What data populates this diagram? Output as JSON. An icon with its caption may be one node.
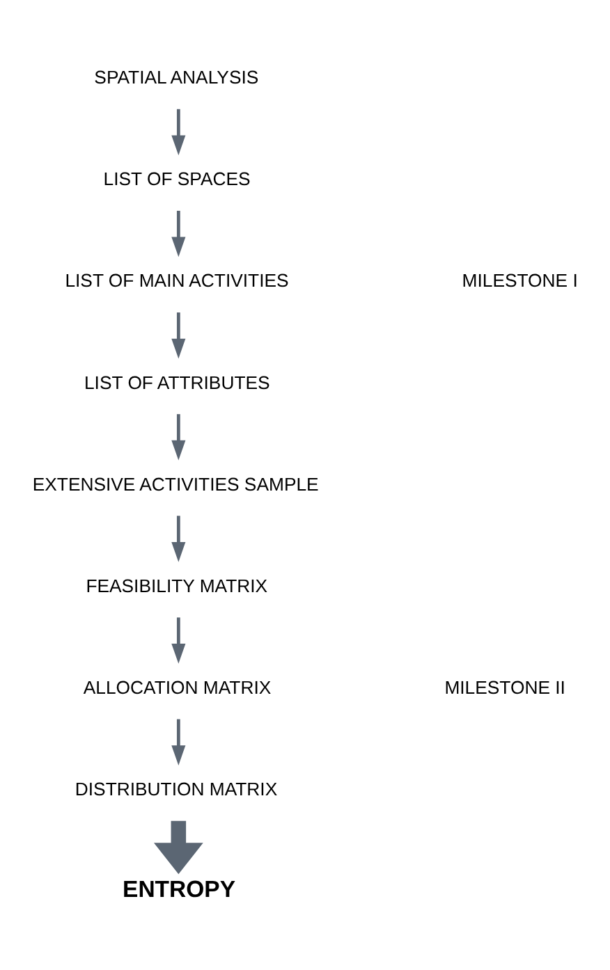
{
  "diagram": {
    "nodes": [
      {
        "text": [
          "SPATIAL ANALYSIS"
        ]
      },
      {
        "text": [
          "LIST OF SPACES"
        ]
      },
      {
        "text": [
          "LIST OF MAIN ACTIVITIES"
        ]
      },
      {
        "text": [
          "LIST OF ATTRIBUTES"
        ]
      },
      {
        "text": [
          "EXTENSIVE ACTIVITIES SAMPLE"
        ]
      },
      {
        "text": [
          "FEASIBILITY MATRIX"
        ]
      },
      {
        "text": [
          "ALLOCATION MATRIX"
        ]
      },
      {
        "text": [
          "DISTRIBUTION MATRIX"
        ]
      },
      {
        "text": [
          "ENTROPY"
        ]
      }
    ],
    "edges": [
      {
        "from": 0,
        "to": 1,
        "arrow": "to"
      },
      {
        "from": 1,
        "to": 2,
        "arrow": "to"
      },
      {
        "from": 2,
        "to": 3,
        "arrow": "to"
      },
      {
        "from": 3,
        "to": 4,
        "arrow": "to"
      },
      {
        "from": 4,
        "to": 5,
        "arrow": "to"
      },
      {
        "from": 5,
        "to": 6,
        "arrow": "to"
      },
      {
        "from": 6,
        "to": 7,
        "arrow": "to"
      },
      {
        "from": 7,
        "to": 8,
        "arrow": "to",
        "style": "thick"
      }
    ],
    "labels": [
      "MILESTONE I",
      "MILESTONE II"
    ]
  }
}
